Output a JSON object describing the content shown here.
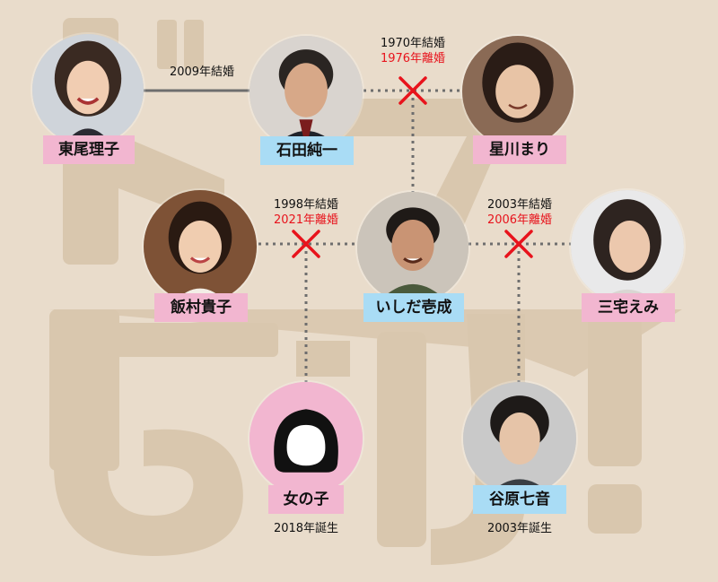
{
  "watermark_text": "ドラマ！",
  "people": {
    "higashio": {
      "name": "東尾理子"
    },
    "ishida_junichi": {
      "name": "石田純一"
    },
    "hoshikawa": {
      "name": "星川まり"
    },
    "iimura": {
      "name": "飯村貴子"
    },
    "ishida_issei": {
      "name": "いしだ壱成"
    },
    "miyake": {
      "name": "三宅えみ"
    },
    "girl": {
      "name": "女の子",
      "birth": "2018年誕生"
    },
    "tanihara": {
      "name": "谷原七音",
      "birth": "2003年誕生"
    }
  },
  "relations": {
    "ishida_higashio": {
      "married": "2009年結婚"
    },
    "ishida_hoshikawa": {
      "married": "1970年結婚",
      "divorced": "1976年離婚"
    },
    "issei_iimura": {
      "married": "1998年結婚",
      "divorced": "2021年離婚"
    },
    "issei_miyake": {
      "married": "2003年結婚",
      "divorced": "2006年離婚"
    }
  },
  "colors": {
    "background": "#e9dccb",
    "watermark": "#d9c7ae",
    "name_pink": "#f2b6d0",
    "name_blue": "#a9dcf5",
    "divorce_red": "#e8131c",
    "line": "#6e6e6e"
  }
}
